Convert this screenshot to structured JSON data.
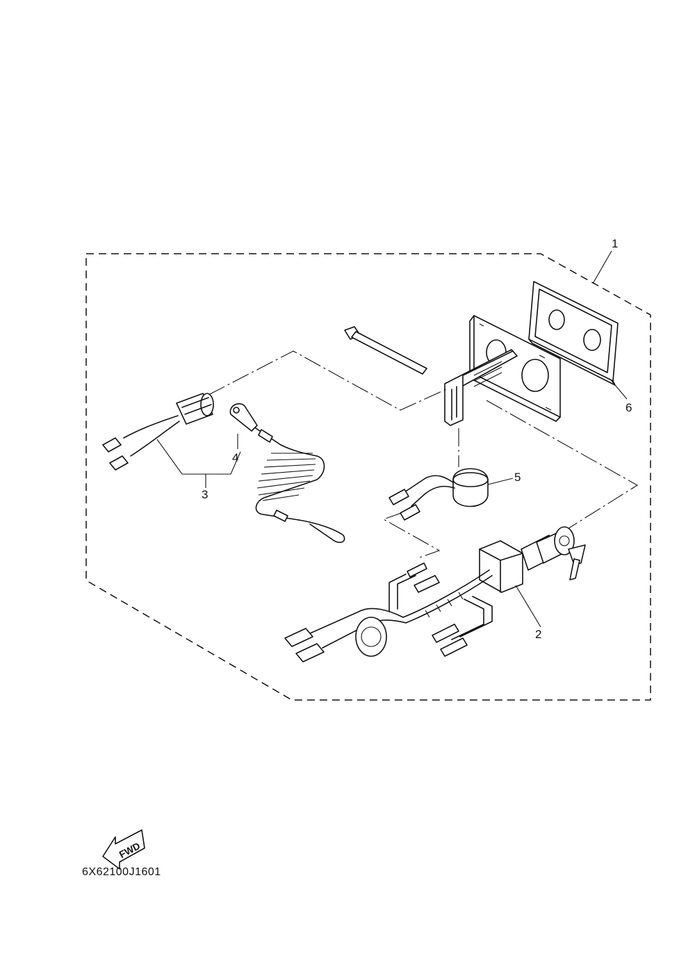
{
  "callouts": {
    "c1": "1",
    "c2": "2",
    "c3": "3",
    "c4": "4",
    "c5": "5",
    "c6": "6"
  },
  "fwd_label": "FWD",
  "reference_code": "6X62100J1601"
}
